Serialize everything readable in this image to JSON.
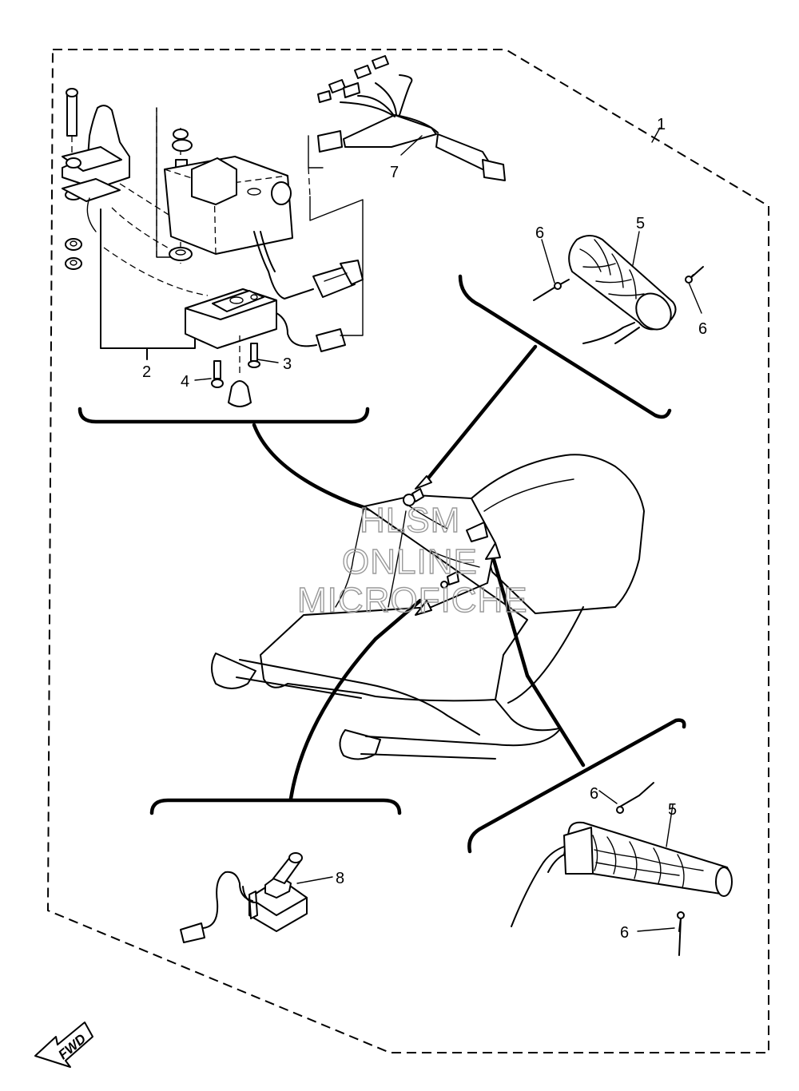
{
  "callouts": {
    "c1": "1",
    "c2": "2",
    "c3": "3",
    "c4": "4",
    "c5a": "5",
    "c5b": "5",
    "c6a": "6",
    "c6b": "6",
    "c6c": "6",
    "c6d": "6",
    "c7": "7",
    "c8": "8"
  },
  "watermark": {
    "line1": "HLSM",
    "line2": "ONLINE",
    "line3": "MICROFICHE"
  },
  "direction_marker": {
    "label": "FWD",
    "icon": "forward-arrow-icon"
  }
}
